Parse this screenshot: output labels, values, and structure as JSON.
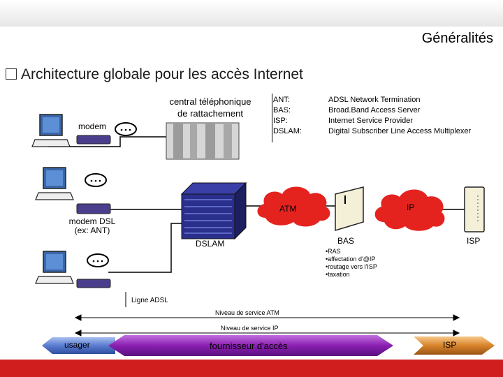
{
  "header": {
    "title": "Généralités"
  },
  "slide": {
    "heading": "Architecture globale pour les accès Internet"
  },
  "labels": {
    "central": "central téléphonique de rattachement",
    "modem": "modem",
    "modem_dsl": "modem DSL (ex: ANT)",
    "dslam": "DSLAM",
    "atm": "ATM",
    "ip": "IP",
    "bas": "BAS",
    "isp": "ISP",
    "ligne_adsl": "Ligne ADSL",
    "niveau_atm": "Niveau de service ATM",
    "niveau_ip": "Niveau de service IP"
  },
  "legend": {
    "abbr": [
      "ANT:",
      "BAS:",
      "ISP:",
      "DSLAM:"
    ],
    "defs": [
      "ADSL Network Termination",
      "Broad.Band Access Server",
      "Internet Service Provider",
      "Digital Subscriber Line Access Multiplexer"
    ]
  },
  "bas_functions": [
    "•RAS",
    "•affectation d'@IP",
    "•routage vers l'ISP",
    "•taxation"
  ],
  "bottom_bar": {
    "usager": "usager",
    "fournisseur": "fournisseur d'accès",
    "isp": "ISP"
  },
  "colors": {
    "accent_red": "#d01e1e",
    "cloud_red": "#e4231f",
    "purple": "#8a1fb0",
    "blue_arrow": "#5a7bd0",
    "orange": "#d8832a"
  }
}
